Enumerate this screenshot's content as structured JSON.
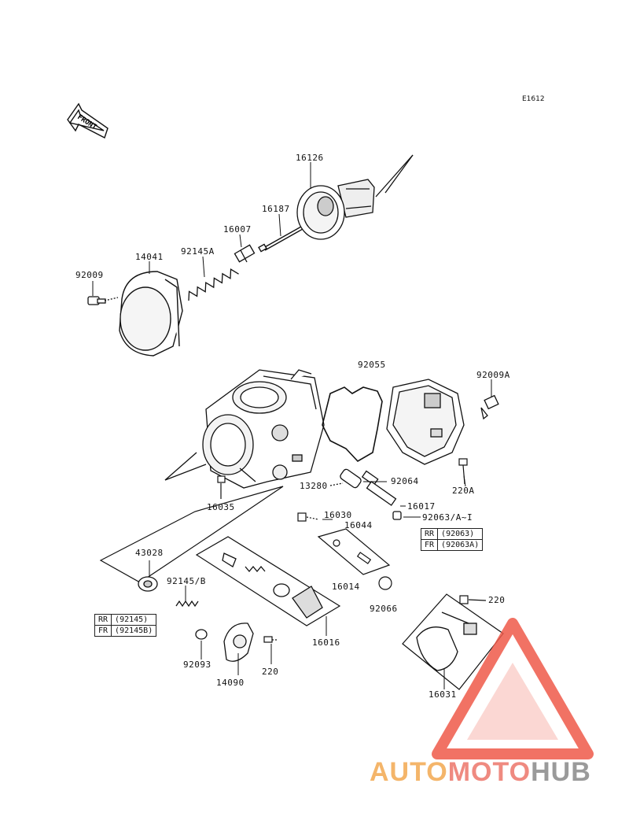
{
  "diagram_code": "E1612",
  "front_label": "FRONT",
  "parts": {
    "p16126": "16126",
    "p16187": "16187",
    "p16007": "16007",
    "p92145A": "92145A",
    "p14041": "14041",
    "p92009": "92009",
    "p92055": "92055",
    "p92009A": "92009A",
    "p13280": "13280",
    "p92064": "92064",
    "p220A": "220A",
    "p16035": "16035",
    "p16017": "16017",
    "p16030": "16030",
    "p92063": "92063/A~I",
    "p16044": "16044",
    "p43028": "43028",
    "p92145B": "92145/B",
    "p16014": "16014",
    "p92066": "92066",
    "p220_right": "220",
    "p16016": "16016",
    "p92093": "92093",
    "p220_bottom": "220",
    "p14090": "14090",
    "p16031": "16031"
  },
  "spec_tables": {
    "right": [
      {
        "model": "RR",
        "part": "(92063)"
      },
      {
        "model": "FR",
        "part": "(92063A)"
      }
    ],
    "left": [
      {
        "model": "RR",
        "part": "(92145)"
      },
      {
        "model": "FR",
        "part": "(92145B)"
      }
    ]
  },
  "watermark": {
    "part1": "AUTO",
    "part2": "MOTO",
    "part3": "HUB",
    "colors": {
      "auto": "#f4b56a",
      "moto": "#ef8a80",
      "hub": "#9a9a9a",
      "triangle": "#ef5a4a"
    }
  }
}
